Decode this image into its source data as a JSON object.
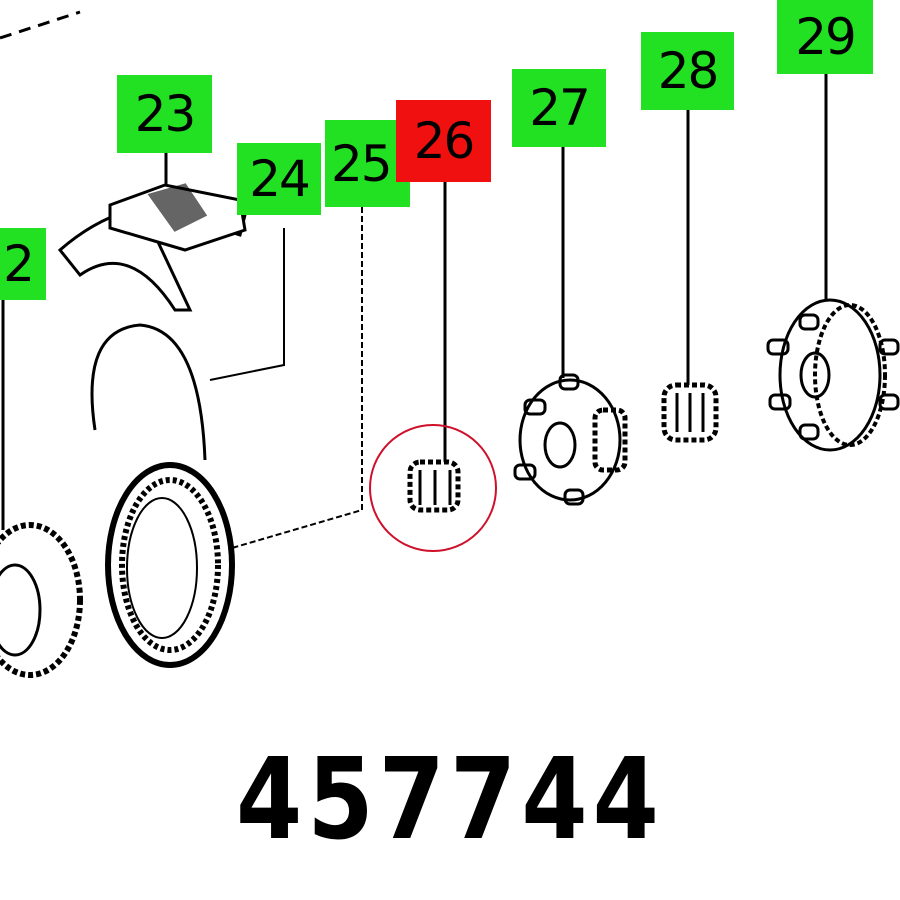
{
  "labels": [
    {
      "number": "2",
      "color": "#22e022"
    },
    {
      "number": "23",
      "color": "#22e022"
    },
    {
      "number": "24",
      "color": "#22e022"
    },
    {
      "number": "25",
      "color": "#22e022"
    },
    {
      "number": "26",
      "color": "#f01010",
      "highlighted": true
    },
    {
      "number": "27",
      "color": "#22e022"
    },
    {
      "number": "28",
      "color": "#22e022"
    },
    {
      "number": "29",
      "color": "#22e022"
    }
  ],
  "part_number": "457744",
  "highlight_color": "#d0102a"
}
